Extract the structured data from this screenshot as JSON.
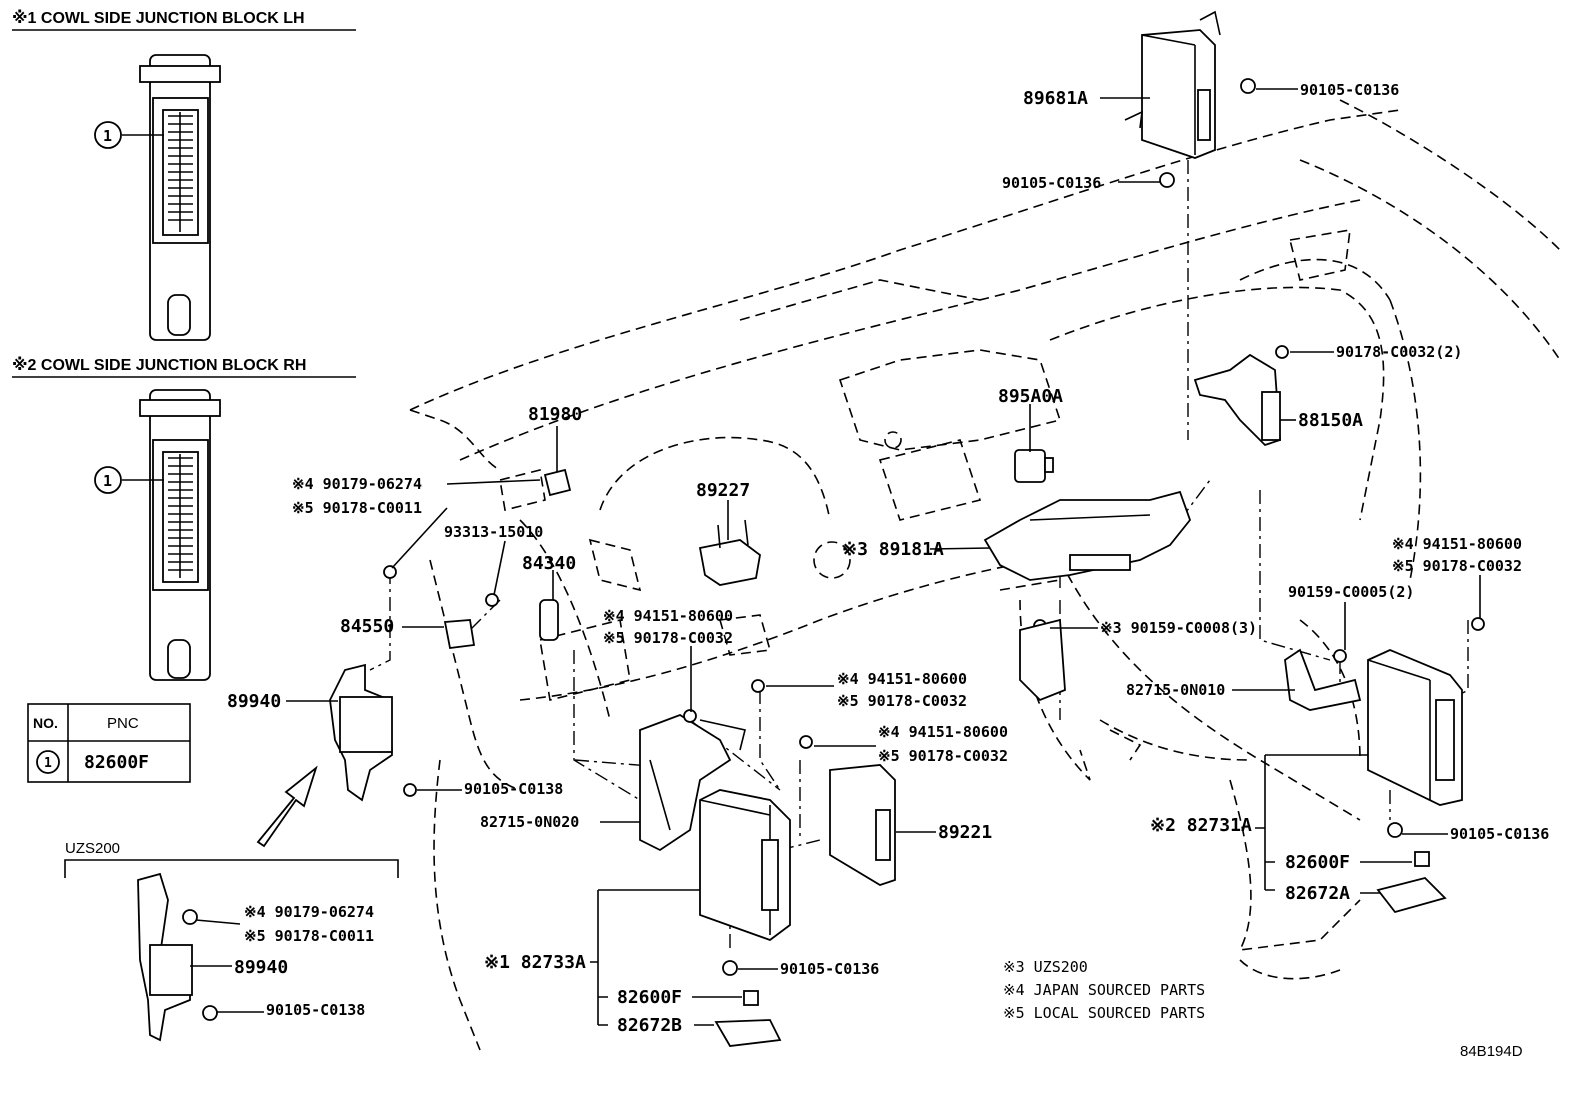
{
  "headers": {
    "lh": "※1 COWL SIDE JUNCTION BLOCK LH",
    "rh": "※2 COWL SIDE JUNCTION BLOCK RH",
    "variant": "UZS200"
  },
  "circle_one": "1",
  "table": {
    "col_no": "NO.",
    "col_pnc": "PNC",
    "row_no": "1",
    "row_pnc": "82600F"
  },
  "notes": [
    "※3 UZS200",
    "※4 JAPAN SOURCED PARTS",
    "※5 LOCAL SOURCED PARTS"
  ],
  "figure_id": "84B194D",
  "labels": {
    "p89681A": "89681A",
    "p90105_C0136_a": "90105-C0136",
    "p90105_C0136_b": "90105-C0136",
    "p90178_C0032_2": "90178-C0032(2)",
    "p88150A": "88150A",
    "p895A0A": "895A0A",
    "p81980": "81980",
    "p90179_06274_a": "※4 90179-06274",
    "p90178_C0011_a": "※5 90178-C0011",
    "p93313_15010": "93313-15010",
    "p84340": "84340",
    "p89227": "89227",
    "p89181A": "※3 89181A",
    "p84550": "84550",
    "p89940_a": "89940",
    "p94151_80600_a": "※4 94151-80600",
    "p90178_C0032_a": "※5 90178-C0032",
    "p94151_80600_b": "※4 94151-80600",
    "p90178_C0032_b": "※5 90178-C0032",
    "p94151_80600_c": "※4 94151-80600",
    "p90178_C0032_c": "※5 90178-C0032",
    "p94151_80600_d": "※4 94151-80600",
    "p90178_C0032_d": "※5 90178-C0032",
    "p90159_C0005": "90159-C0005(2)",
    "p90159_C0008": "※3 90159-C0008(3)",
    "p82715_0N010": "82715-0N010",
    "p90105_C0138_a": "90105-C0138",
    "p82715_0N020": "82715-0N020",
    "p89221": "89221",
    "p82731A": "※2 82731A",
    "p90105_C0136_c": "90105-C0136",
    "p82600F_a": "82600F",
    "p82672A": "82672A",
    "p90179_06274_b": "※4 90179-06274",
    "p90178_C0011_b": "※5 90178-C0011",
    "p89940_b": "89940",
    "p90105_C0138_b": "90105-C0138",
    "p82733A": "※1 82733A",
    "p90105_C0136_d": "90105-C0136",
    "p82600F_b": "82600F",
    "p82672B": "82672B"
  }
}
